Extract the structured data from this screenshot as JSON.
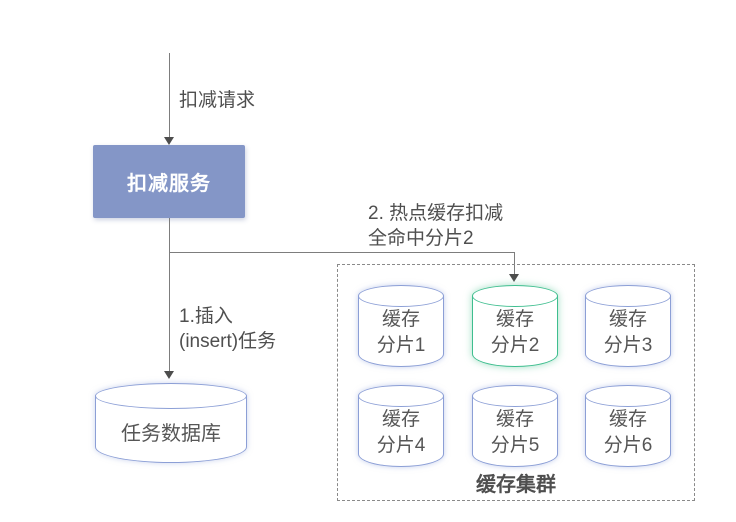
{
  "edges": {
    "request_label": "扣减请求",
    "insert_label": "1.插入\n(insert)任务",
    "hot_cache_label": "2. 热点缓存扣减\n全命中分片2"
  },
  "service": {
    "label": "扣减服务"
  },
  "task_db": {
    "label": "任务数据库"
  },
  "cache_cluster": {
    "label": "缓存集群",
    "shards": [
      {
        "line1": "缓存",
        "line2": "分片1",
        "highlight": false
      },
      {
        "line1": "缓存",
        "line2": "分片2",
        "highlight": true
      },
      {
        "line1": "缓存",
        "line2": "分片3",
        "highlight": false
      },
      {
        "line1": "缓存",
        "line2": "分片4",
        "highlight": false
      },
      {
        "line1": "缓存",
        "line2": "分片5",
        "highlight": false
      },
      {
        "line1": "缓存",
        "line2": "分片6",
        "highlight": false
      }
    ]
  },
  "colors": {
    "service_fill": "#8496c7",
    "shard_border_blue": "#8c9fd6",
    "shard_border_green": "#3fbe8f",
    "line": "#7d7d7d",
    "arrow": "#4d4d4d",
    "dashed_border": "#8a8a8a",
    "text": "#4f4f4f"
  }
}
